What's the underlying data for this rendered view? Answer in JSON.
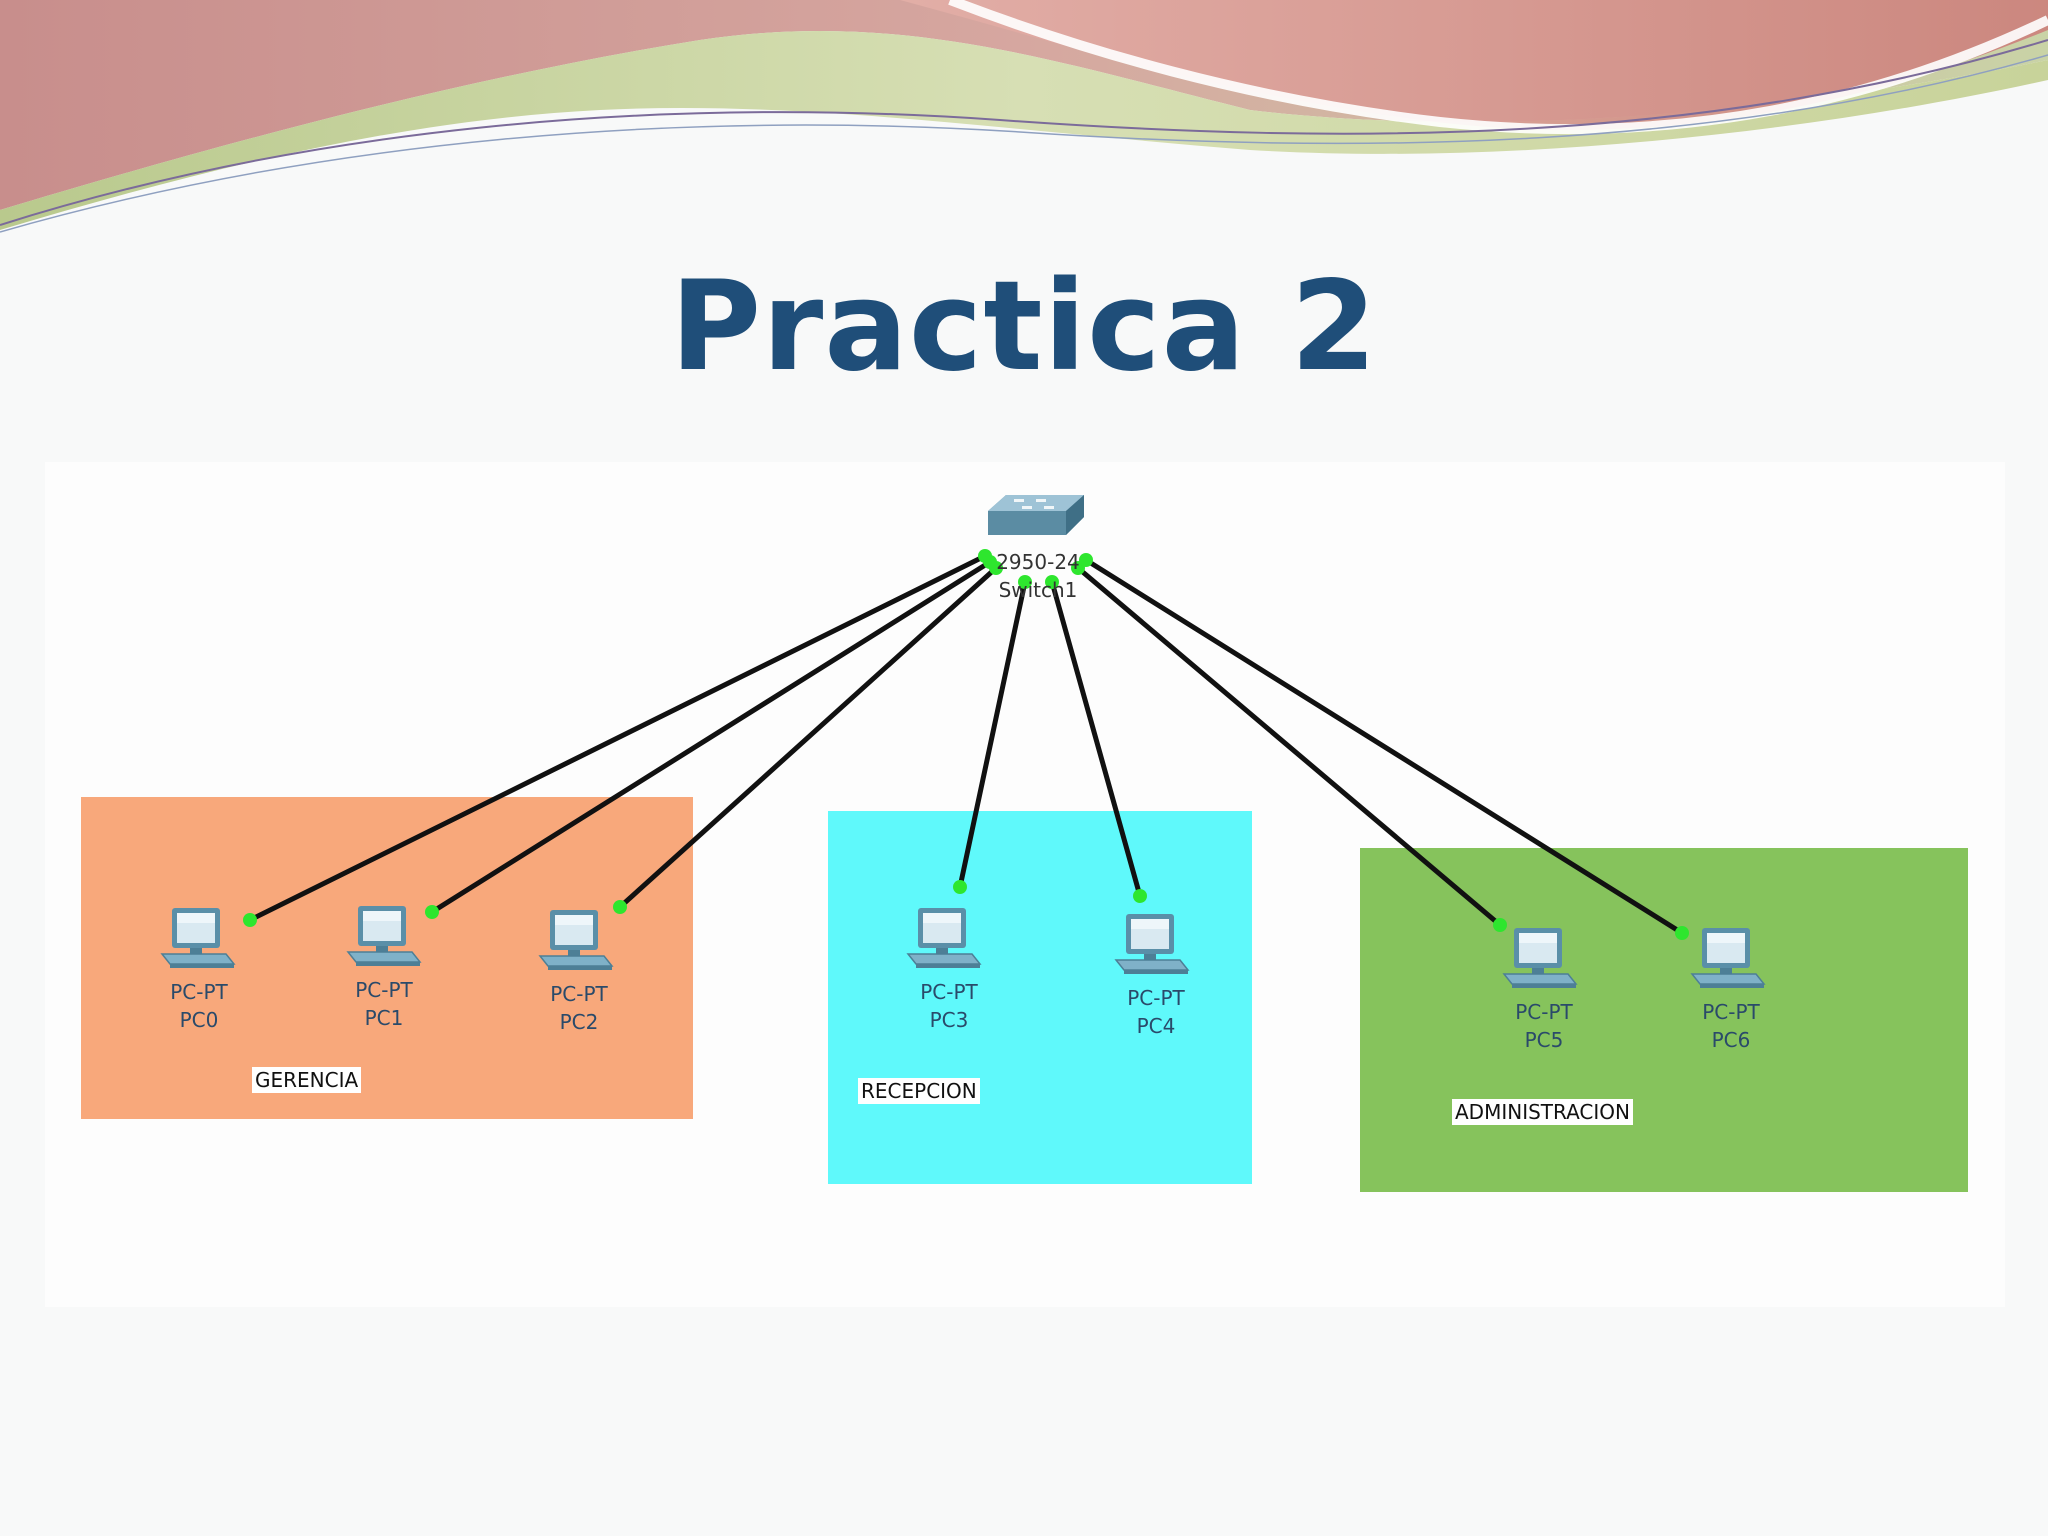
{
  "slide": {
    "title": "Practica 2"
  },
  "colors": {
    "title": "#1f4e79",
    "zone_gerencia": "#f8a87b",
    "zone_recepcion": "#5ff9fb",
    "zone_admin": "#86c35c",
    "link": "#111111",
    "port": "#2ee62e"
  },
  "switch": {
    "icon": "switch-icon",
    "model": "2950-24",
    "name": "Switch1"
  },
  "zones": {
    "gerencia": "GERENCIA",
    "recepcion": "RECEPCION",
    "administracion": "ADMINISTRACION"
  },
  "pcs": [
    {
      "type": "PC-PT",
      "name": "PC0",
      "zone": "GERENCIA"
    },
    {
      "type": "PC-PT",
      "name": "PC1",
      "zone": "GERENCIA"
    },
    {
      "type": "PC-PT",
      "name": "PC2",
      "zone": "GERENCIA"
    },
    {
      "type": "PC-PT",
      "name": "PC3",
      "zone": "RECEPCION"
    },
    {
      "type": "PC-PT",
      "name": "PC4",
      "zone": "RECEPCION"
    },
    {
      "type": "PC-PT",
      "name": "PC5",
      "zone": "ADMINISTRACION"
    },
    {
      "type": "PC-PT",
      "name": "PC6",
      "zone": "ADMINISTRACION"
    }
  ],
  "links": [
    {
      "from": "Switch1",
      "to": "PC0"
    },
    {
      "from": "Switch1",
      "to": "PC1"
    },
    {
      "from": "Switch1",
      "to": "PC2"
    },
    {
      "from": "Switch1",
      "to": "PC3"
    },
    {
      "from": "Switch1",
      "to": "PC4"
    },
    {
      "from": "Switch1",
      "to": "PC5"
    },
    {
      "from": "Switch1",
      "to": "PC6"
    }
  ]
}
